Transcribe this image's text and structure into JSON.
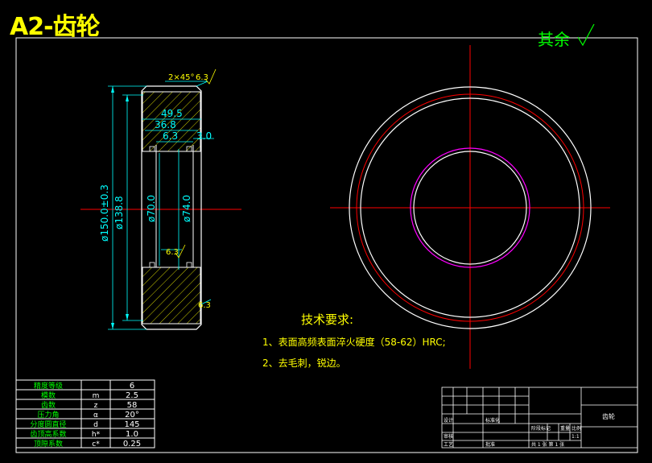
{
  "drawing_title": "A2-齿轮",
  "roughness_note": "其余",
  "dimensions": {
    "chamfer": "2×45°",
    "roughness_top": "6.3",
    "width_outer": "49.5",
    "width_mid": "36.8",
    "width_inner": "6.3",
    "fillet": "3.0",
    "dia_outer": "ø150.0±0.3",
    "dia_root": "ø138.8",
    "dia_bore": "ø70.0",
    "dia_hub": "ø74.0",
    "roughness_bore": "6.3",
    "roughness_side": "6.3"
  },
  "tech_req": {
    "heading": "技术要求:",
    "items": [
      "1、表面高频表面淬火硬度（58-62）HRC;",
      "2、去毛刺，锐边。"
    ]
  },
  "params_table": {
    "rows": [
      [
        "精度等级",
        "",
        "6"
      ],
      [
        "模数",
        "m",
        "2.5"
      ],
      [
        "齿数",
        "z",
        "58"
      ],
      [
        "压力角",
        "α",
        "20°"
      ],
      [
        "分度圆直径",
        "d",
        "145"
      ],
      [
        "齿顶高系数",
        "h*",
        "1.0"
      ],
      [
        "顶隙系数",
        "c*",
        "0.25"
      ]
    ]
  },
  "title_block": {
    "part_name": "齿轮",
    "design": "设计",
    "review": "审核",
    "process": "工艺",
    "approve": "批准",
    "standard": "标准化",
    "weight": "重量",
    "scale": "比例",
    "scale_value": "1:1",
    "sheets": "共 1 张   第 1 张",
    "stage_mark": "阶段标记"
  }
}
